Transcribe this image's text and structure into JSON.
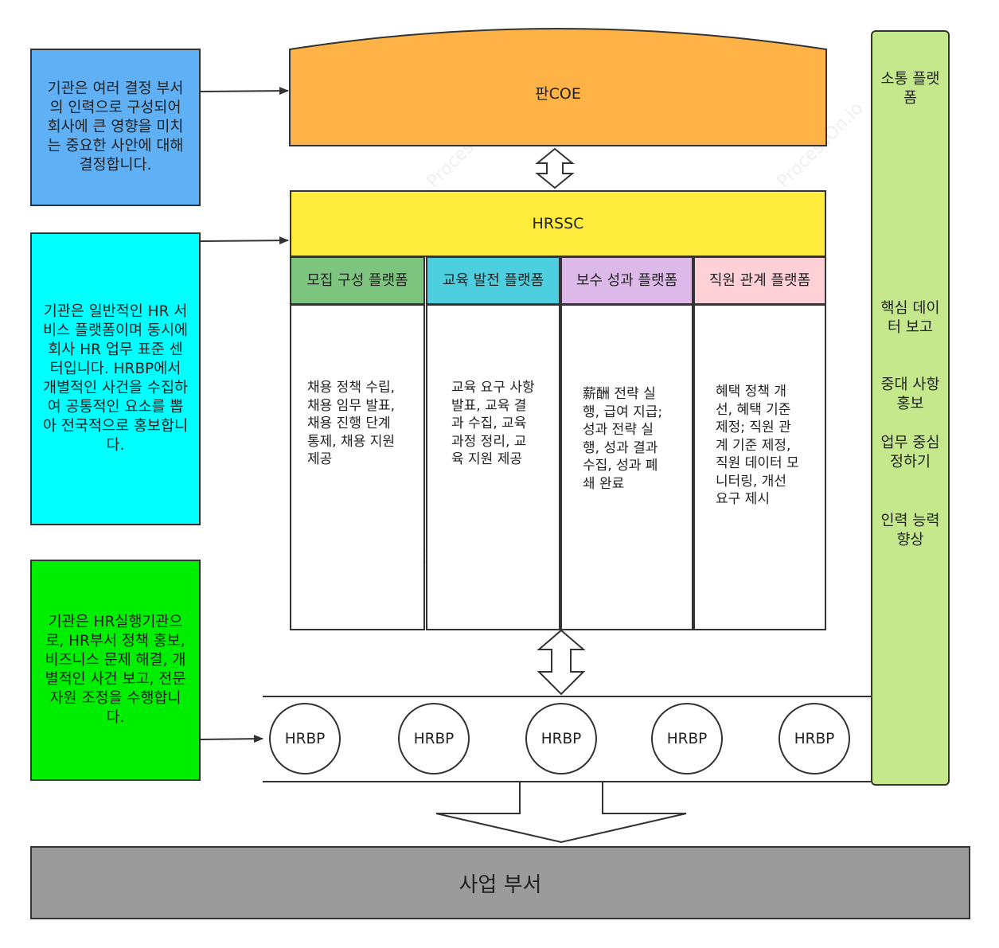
{
  "notes": {
    "decision": "기관은 여러 결정 부서의 인력으로 구성되어 회사에 큰 영향을 미치는 중요한 사안에 대해 결정합니다.",
    "service_center": "기관은 일반적인 HR 서비스 플랫폼이며 동시에 회사 HR 업무 표준 센터입니다. HRBP에서 개별적인 사건을 수집하여 공통적인 요소를 뽑아 전국적으로 홍보합니다.",
    "execution": "기관은 HR실행기관으로, HR부서 정책 홍보, 비즈니스 문제 해결, 개별적인 사건 보고, 전문 자원 조정을 수행합니다."
  },
  "coe": {
    "label": "판COE"
  },
  "hrssc": {
    "label": "HRSSC"
  },
  "platforms": [
    {
      "title": "모집 구성 플랫폼",
      "body": "채용 정책 수립, 채용 임무 발표, 채용 진행 단계 통제, 채용 지원 제공"
    },
    {
      "title": "교육 발전 플랫폼",
      "body": "교육 요구 사항 발표, 교육 결과 수집, 교육 과정 정리, 교육 지원 제공"
    },
    {
      "title": "보수 성과 플랫폼",
      "body": "薪酬 전략 실행, 급여 지급; 성과 전략 실행, 성과 결과 수집, 성과 폐쇄 완료"
    },
    {
      "title": "직원 관계 플랫폼",
      "body": "혜택 정책 개선, 혜택 기준 제정; 직원 관계 기준 제정, 직원 데이터 모니터링, 개선 요구 제시"
    }
  ],
  "hrbp": [
    "HRBP",
    "HRBP",
    "HRBP",
    "HRBP",
    "HRBP"
  ],
  "business": {
    "label": "사업 부서"
  },
  "side_platform": {
    "title": "소통 플랫폼",
    "items": [
      "핵심 데이터 보고",
      "중대 사항 홍보",
      "업무 중심 정하기",
      "인력 능력 향상"
    ]
  },
  "colors": {
    "decision_note": "#5fb0f5",
    "service_note": "#00ffff",
    "execution_note": "#00ee00",
    "coe": "#ffb347",
    "hrssc": "#ffec3d",
    "platform_1": "#7dc47f",
    "platform_2": "#4ecfe0",
    "platform_3": "#ddb9ea",
    "platform_4": "#ffd0d6",
    "side_platform": "#c5e88d",
    "business": "#9b9b9b"
  }
}
